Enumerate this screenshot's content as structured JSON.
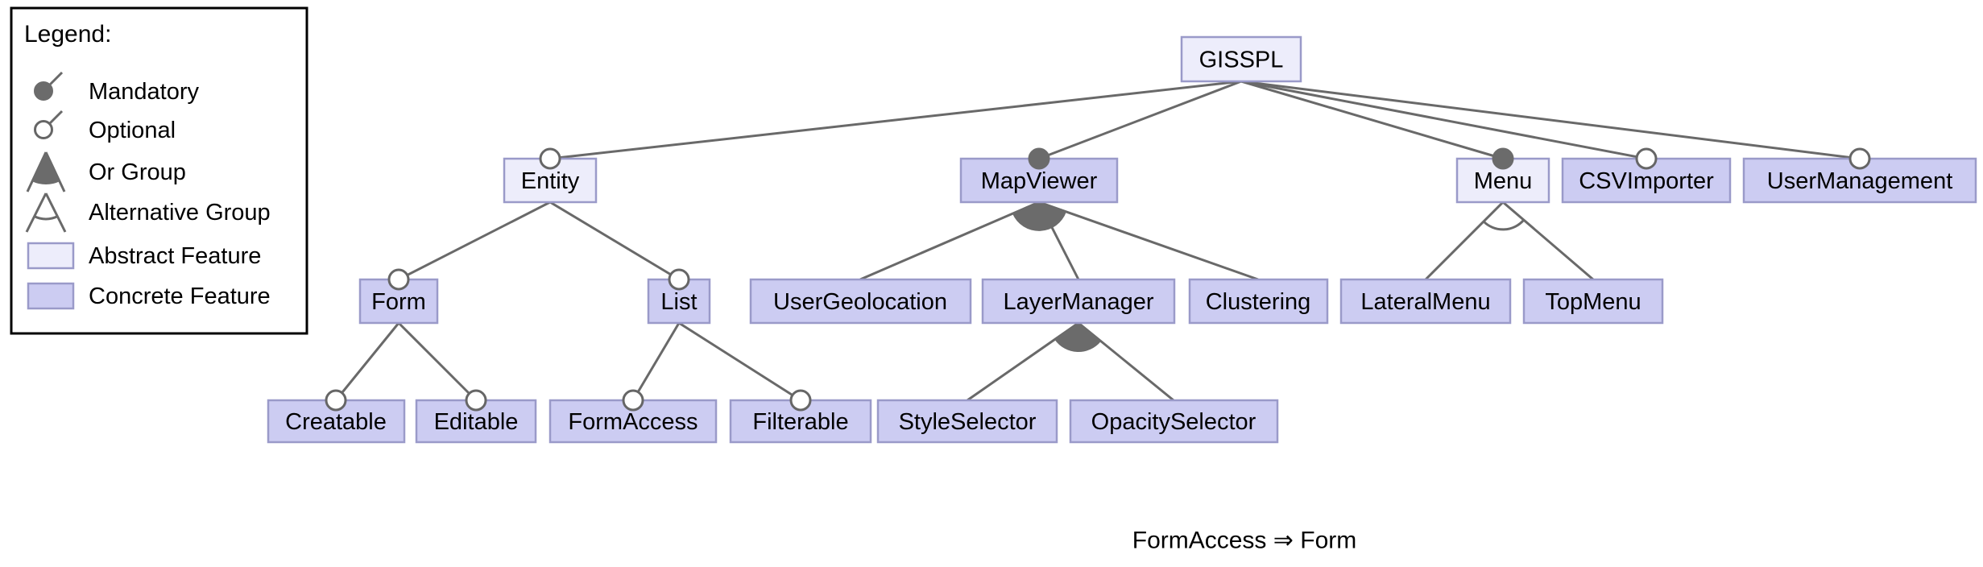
{
  "legend": {
    "title": "Legend:",
    "items": [
      {
        "icon": "mandatory-icon",
        "label": "Mandatory"
      },
      {
        "icon": "optional-icon",
        "label": "Optional"
      },
      {
        "icon": "or-group-icon",
        "label": "Or Group"
      },
      {
        "icon": "alternative-group-icon",
        "label": "Alternative Group"
      },
      {
        "icon": "abstract-feature-swatch",
        "label": "Abstract Feature"
      },
      {
        "icon": "concrete-feature-swatch",
        "label": "Concrete Feature"
      }
    ]
  },
  "nodes": {
    "gisspl": {
      "label": "GISSPL",
      "type": "abstract",
      "relation": "root"
    },
    "entity": {
      "label": "Entity",
      "type": "abstract",
      "relation": "optional"
    },
    "mapviewer": {
      "label": "MapViewer",
      "type": "concrete",
      "relation": "mandatory"
    },
    "menu": {
      "label": "Menu",
      "type": "abstract",
      "relation": "mandatory"
    },
    "csvimporter": {
      "label": "CSVImporter",
      "type": "concrete",
      "relation": "optional"
    },
    "usermanagement": {
      "label": "UserManagement",
      "type": "concrete",
      "relation": "optional"
    },
    "form": {
      "label": "Form",
      "type": "concrete",
      "relation": "optional"
    },
    "list": {
      "label": "List",
      "type": "concrete",
      "relation": "optional"
    },
    "usergeolocation": {
      "label": "UserGeolocation",
      "type": "concrete",
      "relation": "or-member"
    },
    "layermanager": {
      "label": "LayerManager",
      "type": "concrete",
      "relation": "or-member"
    },
    "clustering": {
      "label": "Clustering",
      "type": "concrete",
      "relation": "or-member"
    },
    "lateralmenu": {
      "label": "LateralMenu",
      "type": "concrete",
      "relation": "alternative-member"
    },
    "topmenu": {
      "label": "TopMenu",
      "type": "concrete",
      "relation": "alternative-member"
    },
    "creatable": {
      "label": "Creatable",
      "type": "concrete",
      "relation": "optional"
    },
    "editable": {
      "label": "Editable",
      "type": "concrete",
      "relation": "optional"
    },
    "formaccess": {
      "label": "FormAccess",
      "type": "concrete",
      "relation": "optional"
    },
    "filterable": {
      "label": "Filterable",
      "type": "concrete",
      "relation": "optional"
    },
    "styleselector": {
      "label": "StyleSelector",
      "type": "concrete",
      "relation": "or-member"
    },
    "opacityselector": {
      "label": "OpacitySelector",
      "type": "concrete",
      "relation": "or-member"
    }
  },
  "constraint": {
    "text": "FormAccess ⇒ Form"
  },
  "colors": {
    "abstract_fill": "#ededfb",
    "concrete_fill": "#ccccf2",
    "box_border": "#9a9ac9",
    "edge": "#696969",
    "group_fill": "#6b6b6b",
    "legend_border": "#000000",
    "background": "#ffffff"
  }
}
